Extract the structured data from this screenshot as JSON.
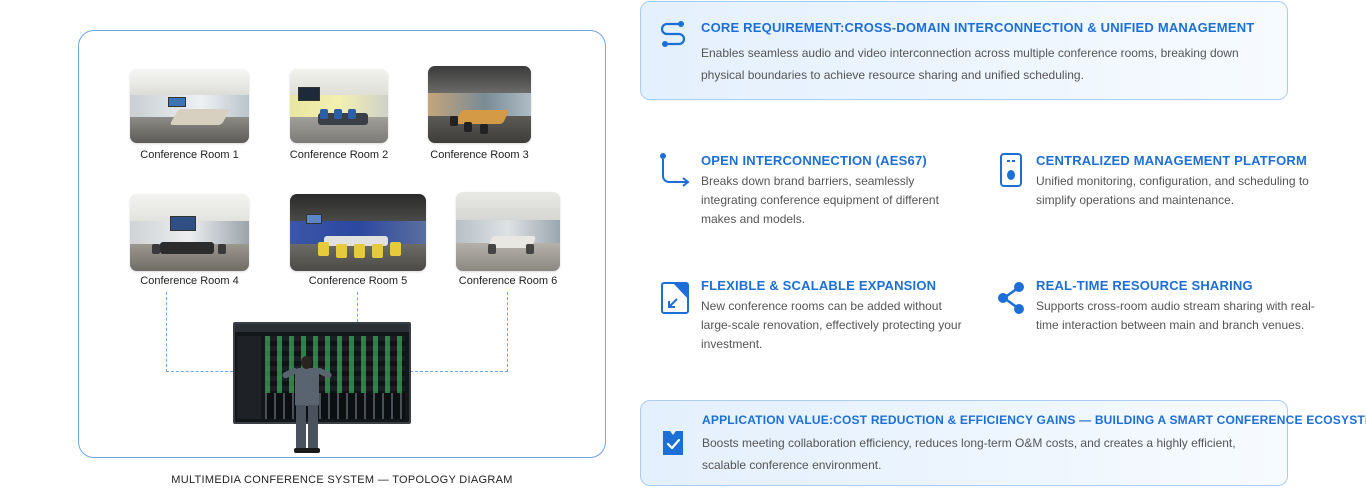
{
  "diagram": {
    "caption": "MULTIMEDIA CONFERENCE SYSTEM — TOPOLOGY DIAGRAM",
    "rooms": [
      {
        "label": "Conference Room 1"
      },
      {
        "label": "Conference Room 2"
      },
      {
        "label": "Conference Room 3"
      },
      {
        "label": "Conference Room 4"
      },
      {
        "label": "Conference Room 5"
      },
      {
        "label": "Conference Room 6"
      }
    ],
    "accent_color": "#6fa6e8"
  },
  "core": {
    "title": "CORE REQUIREMENT:CROSS-DOMAIN INTERCONNECTION & UNIFIED MANAGEMENT",
    "text": "Enables seamless audio and video interconnection across multiple conference rooms, breaking down physical boundaries to achieve resource sharing and unified scheduling.",
    "icon": "route-icon"
  },
  "features": [
    {
      "title": "OPEN INTERCONNECTION (AES67)",
      "text": "Breaks down brand barriers, seamlessly integrating conference equipment of different makes and models.",
      "icon": "connection-arrow-icon"
    },
    {
      "title": "CENTRALIZED MANAGEMENT PLATFORM",
      "text": "Unified monitoring, configuration, and scheduling to simplify operations and maintenance.",
      "icon": "device-icon"
    },
    {
      "title": "FLEXIBLE & SCALABLE EXPANSION",
      "text": "New conference rooms can be added without large-scale renovation, effectively protecting your investment.",
      "icon": "expand-icon"
    },
    {
      "title": "REAL-TIME RESOURCE SHARING",
      "text": "Supports cross-room audio stream sharing with real-time interaction between main and branch venues.",
      "icon": "share-icon"
    }
  ],
  "value": {
    "title": "APPLICATION VALUE:COST REDUCTION & EFFICIENCY GAINS — BUILDING A SMART CONFERENCE ECOSYSTEM",
    "text": "Boosts meeting collaboration efficiency, reduces long-term O&M costs, and creates a highly efficient, scalable conference environment.",
    "icon": "checkmark-badge-icon"
  },
  "colors": {
    "accent": "#1d6fd8",
    "border": "#a9cdf5",
    "card_bg": "#e4f0fd"
  }
}
